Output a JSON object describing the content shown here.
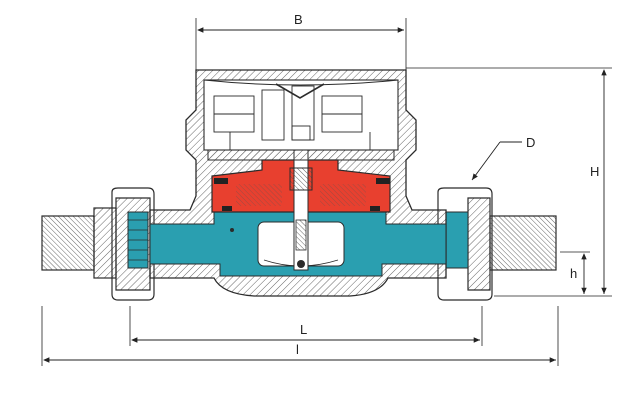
{
  "labels": {
    "B": "B",
    "D": "D",
    "H": "H",
    "h": "h",
    "L": "L",
    "l": "l"
  },
  "colors": {
    "water": "#2a9fb0",
    "magnet_body": "#e8402f",
    "line": "#2b2b2b",
    "hatch": "#555555"
  }
}
